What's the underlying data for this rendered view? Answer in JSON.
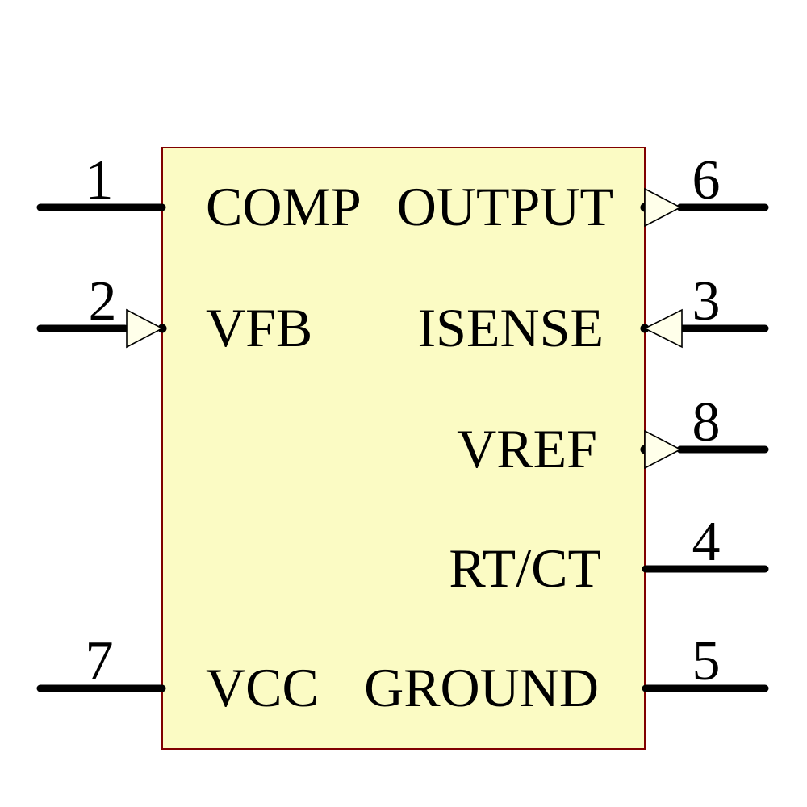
{
  "diagram": {
    "colors": {
      "body_fill": "#FBFBC4",
      "body_border": "#800000",
      "wire": "#000000",
      "arrow_fill": "#FFFFEA",
      "arrow_stroke": "#000000",
      "text": "#000000",
      "background": "#FFFFFF"
    },
    "pins": {
      "left": [
        {
          "number": "1",
          "label": "COMP"
        },
        {
          "number": "2",
          "label": "VFB"
        },
        {
          "number": "7",
          "label": "VCC"
        }
      ],
      "right": [
        {
          "number": "6",
          "label": "OUTPUT"
        },
        {
          "number": "3",
          "label": "ISENSE"
        },
        {
          "number": "8",
          "label": "VREF"
        },
        {
          "number": "4",
          "label": "RT/CT"
        },
        {
          "number": "5",
          "label": "GROUND"
        }
      ]
    }
  }
}
